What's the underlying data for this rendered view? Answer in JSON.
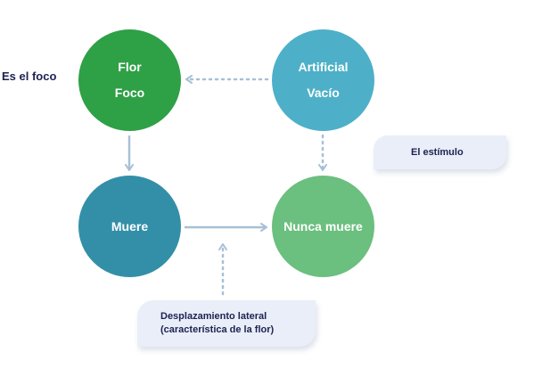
{
  "side_label": "Es el foco",
  "nodes": {
    "flor": {
      "line1": "Flor",
      "line2": "Foco",
      "color": "#2ea046"
    },
    "artificial": {
      "line1": "Artificial",
      "line2": "Vacío",
      "color": "#4db0c8"
    },
    "muere": {
      "line1": "Muere",
      "color": "#338fa8"
    },
    "nunca_muere": {
      "line1": "Nunca muere",
      "color": "#6bbf7f"
    }
  },
  "callouts": {
    "estimulo": "El estímulo",
    "lateral_line1": "Desplazamiento lateral",
    "lateral_line2": "(característica de la flor)"
  },
  "colors": {
    "arrow": "#a7c0d6",
    "callout_bg": "#e9eef8",
    "text_dark": "#1d2251"
  }
}
